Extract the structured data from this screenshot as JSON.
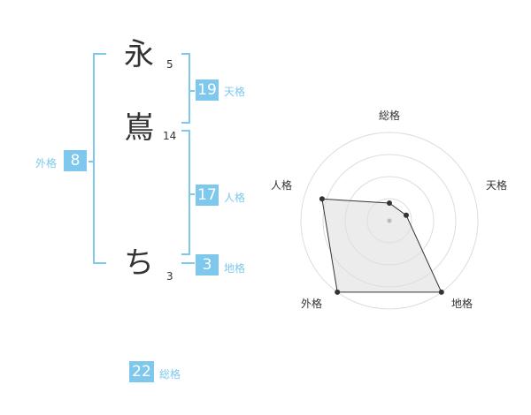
{
  "name": {
    "chars": [
      {
        "char": "永",
        "strokes": "5"
      },
      {
        "char": "嶌",
        "strokes": "14"
      },
      {
        "char": "ち",
        "strokes": "3"
      }
    ]
  },
  "kakusu": {
    "tenkaku": {
      "value": "19",
      "label": "天格"
    },
    "jinkaku": {
      "value": "17",
      "label": "人格"
    },
    "chikaku": {
      "value": "3",
      "label": "地格"
    },
    "gaikaku": {
      "value": "8",
      "label": "外格"
    },
    "soukaku": {
      "value": "22",
      "label": "総格"
    }
  },
  "colors": {
    "accent": "#7ec8ee",
    "text": "#333333",
    "ring": "#dddddd",
    "fill": "#e0e0e0"
  },
  "chart_data": {
    "type": "radar",
    "categories": [
      "総格",
      "天格",
      "地格",
      "外格",
      "人格"
    ],
    "values": [
      1,
      1,
      5,
      5,
      4
    ],
    "range": [
      0,
      5
    ],
    "rings": 4
  }
}
